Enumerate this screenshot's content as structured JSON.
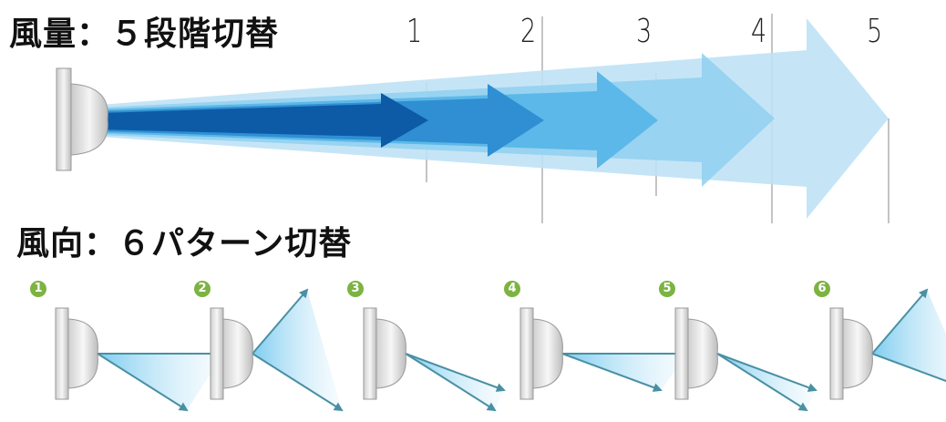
{
  "volume": {
    "title": "風量：５段階切替",
    "levels": [
      "1",
      "2",
      "3",
      "4",
      "5"
    ]
  },
  "direction": {
    "title": "風向：６パターン切替",
    "patterns": [
      {
        "badge": "1",
        "arrows": [
          "straight",
          "down"
        ]
      },
      {
        "badge": "2",
        "arrows": [
          "up",
          "down"
        ]
      },
      {
        "badge": "3",
        "arrows": [
          "down-shallow",
          "down"
        ]
      },
      {
        "badge": "4",
        "arrows": [
          "straight",
          "down-shallow"
        ]
      },
      {
        "badge": "5",
        "arrows": [
          "down-shallow",
          "down"
        ]
      },
      {
        "badge": "6",
        "arrows": [
          "up",
          "down-shallow"
        ]
      }
    ]
  },
  "colors": {
    "badge": "#7cb342",
    "arrow_dark": "#0d4f9c",
    "arrow_light": "#bfe4f7",
    "flow_arrow": "#4a90a4"
  }
}
